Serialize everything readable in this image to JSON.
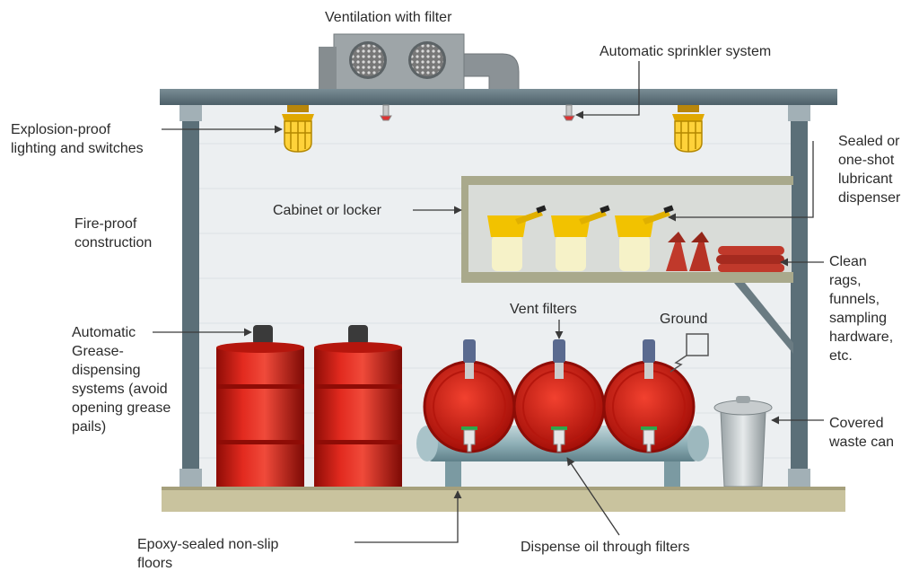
{
  "labels": {
    "ventilation": "Ventilation with filter",
    "sprinkler": "Automatic sprinkler system",
    "lighting": "Explosion-proof\nlighting and switches",
    "fireproof": "Fire-proof\nconstruction",
    "dispenser": "Sealed or\none-shot\nlubricant\ndispenser",
    "cabinet": "Cabinet or locker",
    "rags": "Clean\nrags,\nfunnels,\nsampling\nhardware,\netc.",
    "grease": "Automatic\nGrease-\ndispensing\nsystems (avoid\nopening grease\npails)",
    "vent_filters": "Vent filters",
    "ground": "Ground",
    "waste": "Covered\nwaste can",
    "floors": "Epoxy-sealed non-slip\nfloors",
    "dispense": "Dispense oil through filters"
  },
  "colors": {
    "frame": "#5b6f78",
    "wall": "#eceff1",
    "drum_red": "#d4140c",
    "lubricant_yellow": "#f2c200",
    "floor": "#c9c39e",
    "leader": "#3a3a3a"
  },
  "icons": [
    "explosion-proof-lamp-icon",
    "sprinkler-head-icon",
    "ventilation-fan-icon",
    "ground-symbol-icon"
  ]
}
